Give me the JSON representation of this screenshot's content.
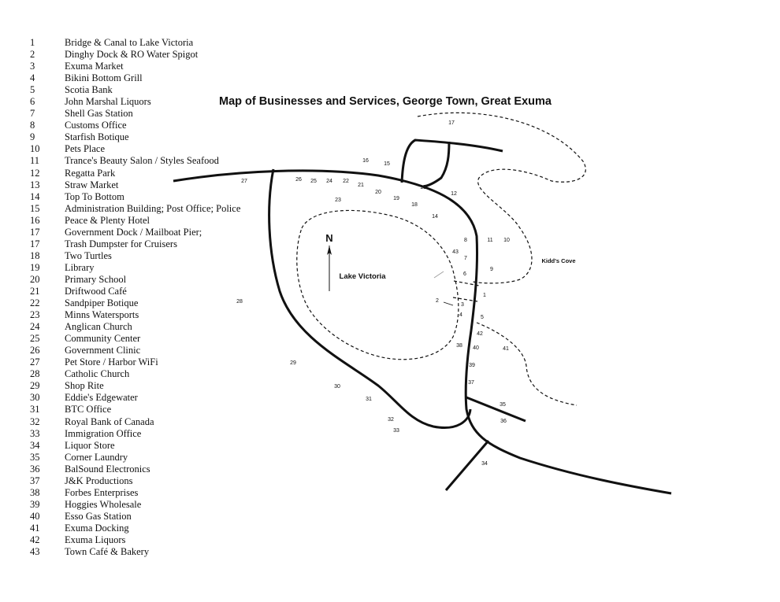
{
  "title": "Map of Businesses and Services, George Town, Great Exuma",
  "legend": [
    {
      "num": "1",
      "name": "Bridge & Canal to Lake Victoria"
    },
    {
      "num": "2",
      "name": "Dinghy Dock & RO Water Spigot"
    },
    {
      "num": "3",
      "name": "Exuma Market"
    },
    {
      "num": "4",
      "name": "Bikini Bottom Grill"
    },
    {
      "num": "5",
      "name": "Scotia Bank"
    },
    {
      "num": "6",
      "name": "John Marshal Liquors"
    },
    {
      "num": "7",
      "name": "Shell Gas Station"
    },
    {
      "num": "8",
      "name": "Customs Office"
    },
    {
      "num": "9",
      "name": "Starfish Botique"
    },
    {
      "num": "10",
      "name": "Pets Place"
    },
    {
      "num": "11",
      "name": "Trance's Beauty Salon  / Styles Seafood"
    },
    {
      "num": "12",
      "name": "Regatta Park"
    },
    {
      "num": "13",
      "name": "Straw Market"
    },
    {
      "num": "14",
      "name": "Top To Bottom"
    },
    {
      "num": "15",
      "name": "Administration Building; Post Office; Police"
    },
    {
      "num": "16",
      "name": "Peace & Plenty Hotel"
    },
    {
      "num": "17",
      "name": "Government Dock / Mailboat Pier;"
    },
    {
      "num": "17",
      "name": "Trash Dumpster for Cruisers"
    },
    {
      "num": "18",
      "name": "Two Turtles"
    },
    {
      "num": "19",
      "name": "Library"
    },
    {
      "num": "20",
      "name": "Primary School"
    },
    {
      "num": "21",
      "name": "Driftwood Café"
    },
    {
      "num": "22",
      "name": "Sandpiper Botique"
    },
    {
      "num": "23",
      "name": "Minns Watersports"
    },
    {
      "num": "24",
      "name": "Anglican Church"
    },
    {
      "num": "25",
      "name": "Community Center"
    },
    {
      "num": "26",
      "name": "Government Clinic"
    },
    {
      "num": "27",
      "name": "Pet Store / Harbor WiFi"
    },
    {
      "num": "28",
      "name": "Catholic Church"
    },
    {
      "num": "29",
      "name": "Shop Rite"
    },
    {
      "num": "30",
      "name": "Eddie's Edgewater"
    },
    {
      "num": "31",
      "name": "BTC Office"
    },
    {
      "num": "32",
      "name": "Royal Bank of Canada"
    },
    {
      "num": "33",
      "name": "Immigration Office"
    },
    {
      "num": "34",
      "name": "Liquor Store"
    },
    {
      "num": "35",
      "name": "Corner Laundry"
    },
    {
      "num": "36",
      "name": "BalSound Electronics"
    },
    {
      "num": "37",
      "name": "J&K Productions"
    },
    {
      "num": "38",
      "name": "Forbes Enterprises"
    },
    {
      "num": "39",
      "name": "Hoggies Wholesale"
    },
    {
      "num": "40",
      "name": "Esso Gas Station"
    },
    {
      "num": "41",
      "name": "Exuma Docking"
    },
    {
      "num": "42",
      "name": "Exuma Liquors"
    },
    {
      "num": "43",
      "name": "Town Café & Bakery"
    }
  ],
  "map": {
    "north_label": "N",
    "lake_label": "Lake Victoria",
    "cove_label": "Kidd's Cove",
    "markers": [
      "1",
      "2",
      "3",
      "4",
      "5",
      "6",
      "7",
      "8",
      "9",
      "10",
      "11",
      "12",
      "13",
      "14",
      "15",
      "16",
      "17",
      "18",
      "19",
      "20",
      "21",
      "22",
      "23",
      "24",
      "25",
      "26",
      "27",
      "28",
      "29",
      "30",
      "31",
      "32",
      "33",
      "34",
      "35",
      "36",
      "37",
      "38",
      "39",
      "40",
      "41",
      "42",
      "43"
    ]
  }
}
